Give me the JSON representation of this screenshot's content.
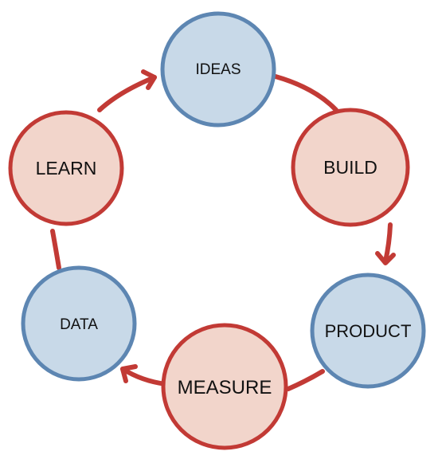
{
  "colors": {
    "connector": "#c23a35",
    "idea_fill": "#c8d9e8",
    "idea_stroke": "#5d86b2",
    "action_fill": "#f2d5cb",
    "action_stroke": "#c23a35",
    "text": "#111111"
  },
  "nodes": {
    "ideas": {
      "label": "IDEAS",
      "kind": "idea"
    },
    "build": {
      "label": "BUILD",
      "kind": "action"
    },
    "product": {
      "label": "PRODUCT",
      "kind": "idea"
    },
    "measure": {
      "label": "MEASURE",
      "kind": "action"
    },
    "data": {
      "label": "DATA",
      "kind": "idea"
    },
    "learn": {
      "label": "LEARN",
      "kind": "action"
    }
  },
  "connectors": [
    {
      "from": "ideas",
      "to": "build",
      "arrow": false
    },
    {
      "from": "build",
      "to": "product",
      "arrow": true
    },
    {
      "from": "product",
      "to": "measure",
      "arrow": false
    },
    {
      "from": "measure",
      "to": "data",
      "arrow": true
    },
    {
      "from": "data",
      "to": "learn",
      "arrow": false
    },
    {
      "from": "learn",
      "to": "ideas",
      "arrow": true
    }
  ]
}
